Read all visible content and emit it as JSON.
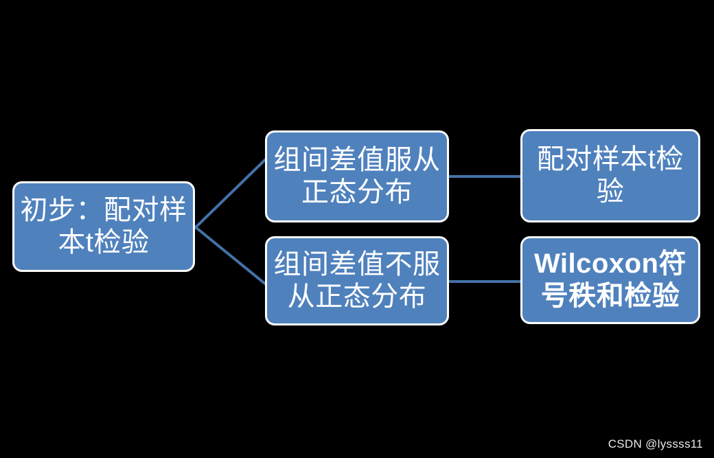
{
  "diagram": {
    "type": "flowchart",
    "title": "",
    "background_color": "#000000",
    "node_fill_color": "#4f81bd",
    "node_border_color": "#ffffff",
    "node_text_color": "#ffffff",
    "connector_color": "#4472a8",
    "nodes": [
      {
        "id": "root",
        "label": "初步：配对样本t检验"
      },
      {
        "id": "normal",
        "label": "组间差值服从正态分布"
      },
      {
        "id": "not_normal",
        "label": "组间差值不服从正态分布"
      },
      {
        "id": "paired_t",
        "label": "配对样本t检验"
      },
      {
        "id": "wilcoxon",
        "label": "Wilcoxon符号秩和检验"
      }
    ],
    "edges": [
      {
        "from": "root",
        "to": "normal",
        "style": "diagonal"
      },
      {
        "from": "root",
        "to": "not_normal",
        "style": "diagonal"
      },
      {
        "from": "normal",
        "to": "paired_t",
        "style": "horizontal"
      },
      {
        "from": "not_normal",
        "to": "wilcoxon",
        "style": "horizontal"
      }
    ]
  },
  "watermark": {
    "text": "CSDN @lyssss11"
  }
}
